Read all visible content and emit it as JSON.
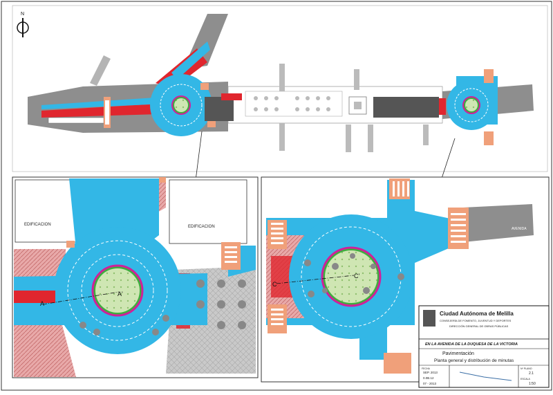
{
  "north_label": "N",
  "labels": {
    "edificacion_left": "EDIFICACION",
    "edificacion_right": "EDIFICACION",
    "street_right": "AVENIDA"
  },
  "section_marks": {
    "a_left": "A",
    "a_right": "A'",
    "c_left": "C",
    "c_right": "C'"
  },
  "title_block": {
    "org_name": "Ciudad Autónoma de Melilla",
    "department": "CONSEJERÍA DE FOMENTO, JUVENTUD Y DEPORTES",
    "direction": "DIRECCIÓN GENERAL DE OBRAS PÚBLICAS",
    "project": "EN LA AVENIDA DE LA DUQUESA DE LA VICTORIA",
    "plan_title": "Pavimentación",
    "plan_subtitle": "Planta general y distribución de minutas",
    "date_label": "FECHA",
    "date_value": "SEP. 2013",
    "plan_no_label": "Nº PLANO",
    "plan_no_value": "2.1",
    "scale_label": "ESCALA",
    "scale_value": "1:50",
    "ref_value": "0.0B.12",
    "sheet_value": "07 - 2013"
  },
  "colors": {
    "asphalt": "#8e8e8e",
    "cycle_lane": "#33b7e6",
    "red_paving": "#e0262e",
    "pink_paving": "#e5a3a3",
    "green_island": "#cfe6b3",
    "island_ring": "#d0209a",
    "salmon": "#f0a07a",
    "building": "#ffffff"
  }
}
